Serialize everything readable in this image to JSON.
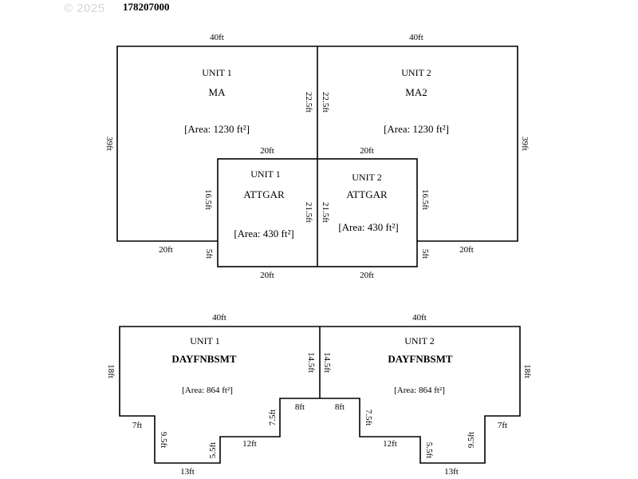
{
  "watermark": "© 2025",
  "doc_id": "178207000",
  "top": {
    "dims": {
      "top_left": "40ft",
      "top_right": "40ft",
      "left_side": "39ft",
      "right_side": "39ft",
      "mid_left": "22.5ft",
      "mid_right": "22.5ft",
      "gar_top_left": "20ft",
      "gar_top_right": "20ft",
      "gar_left": "16.5ft",
      "gar_right": "16.5ft",
      "gar_mid_left": "21.5ft",
      "gar_mid_right": "21.5ft",
      "low_left": "20ft",
      "low_right": "20ft",
      "step_left": "5ft",
      "step_right": "5ft",
      "bottom_left": "20ft",
      "bottom_right": "20ft"
    },
    "ma1": {
      "unit": "UNIT 1",
      "code": "MA",
      "area": "[Area: 1230 ft²]"
    },
    "ma2": {
      "unit": "UNIT 2",
      "code": "MA2",
      "area": "[Area: 1230 ft²]"
    },
    "gar1": {
      "unit": "UNIT 1",
      "code": "ATTGAR",
      "area": "[Area: 430 ft²]"
    },
    "gar2": {
      "unit": "UNIT 2",
      "code": "ATTGAR",
      "area": "[Area: 430 ft²]"
    }
  },
  "bottom": {
    "dims": {
      "top_left": "40ft",
      "top_right": "40ft",
      "left_side": "18ft",
      "right_side": "18ft",
      "mid_left": "14.5ft",
      "mid_right": "14.5ft",
      "step7_left": "7ft",
      "step7_right": "7ft",
      "v95_left": "9.5ft",
      "v95_right": "9.5ft",
      "bottom13_left": "13ft",
      "bottom13_right": "13ft",
      "v55_left": "5.5ft",
      "v55_right": "5.5ft",
      "h12_left": "12ft",
      "h12_right": "12ft",
      "v75_left": "7.5ft",
      "v75_right": "7.5ft",
      "h8_left": "8ft",
      "h8_right": "8ft"
    },
    "u1": {
      "unit": "UNIT 1",
      "code": "DAYFNBSMT",
      "area": "[Area: 864 ft²]"
    },
    "u2": {
      "unit": "UNIT 2",
      "code": "DAYFNBSMT",
      "area": "[Area: 864 ft²]"
    }
  }
}
